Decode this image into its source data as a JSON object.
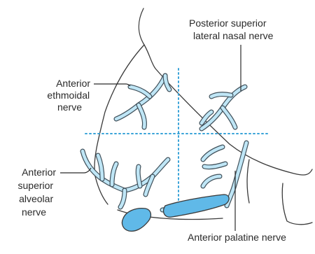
{
  "labels": {
    "anterior_ethmoidal": [
      "Anterior",
      "ethmoidal",
      "nerve"
    ],
    "posterior_superior_lateral_nasal": [
      "Posterior superior",
      "lateral nasal nerve"
    ],
    "anterior_superior_alveolar": [
      "Anterior",
      "superior",
      "alveolar",
      "nerve"
    ],
    "anterior_palatine": [
      "Anterior palatine nerve"
    ]
  },
  "colors": {
    "nerve_fill": "#bfe6f6",
    "nerve_edge": "#40505a",
    "divider": "#3aa3d8",
    "blob": "#60b9e8",
    "outline": "#3a3a3a"
  }
}
